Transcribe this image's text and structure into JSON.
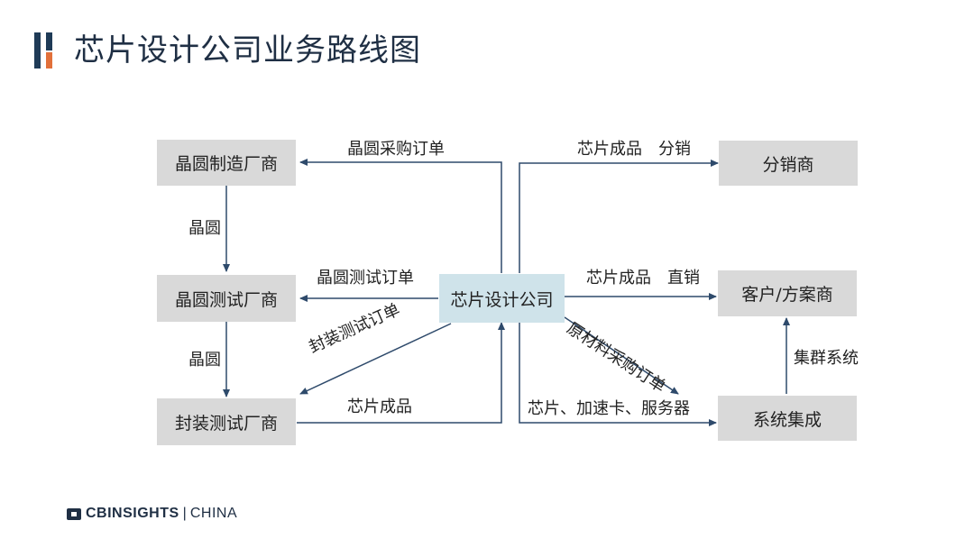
{
  "title": "芯片设计公司业务路线图",
  "nodes": {
    "wafer_fab": "晶圆制造厂商",
    "wafer_test": "晶圆测试厂商",
    "package_test": "封装测试厂商",
    "chip_design": "芯片设计公司",
    "distributor": "分销商",
    "customer": "客户/方案商",
    "system_integration": "系统集成"
  },
  "edges": {
    "wafer_purchase_order": "晶圆采购订单",
    "wafer_1": "晶圆",
    "wafer_test_order": "晶圆测试订单",
    "wafer_2": "晶圆",
    "package_test_order": "封装测试订单",
    "finished_chips": "芯片成品",
    "distribution": "芯片成品　分销",
    "direct_sales": "芯片成品　直销",
    "raw_material_order": "原材料采购订单",
    "chips_cards_servers": "芯片、加速卡、服务器",
    "cluster_system": "集群系统"
  },
  "logo": {
    "brand": "CBINSIGHTS",
    "separator": "|",
    "region": "CHINA"
  },
  "colors": {
    "line": "#2e4a6b",
    "box": "#d9d9d9",
    "center_box": "#cfe3ea",
    "title": "#1f2f44",
    "accent": "#e2703a"
  }
}
